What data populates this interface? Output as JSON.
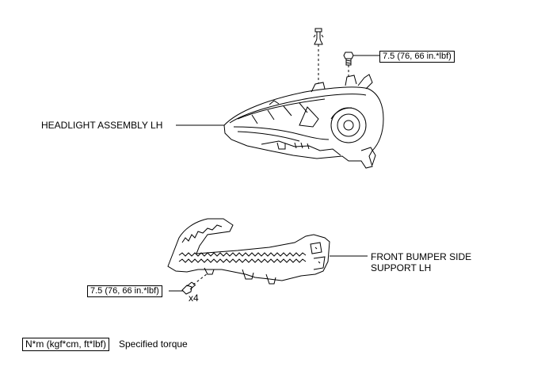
{
  "diagram": {
    "labels": {
      "headlight": "HEADLIGHT ASSEMBLY LH",
      "bumper_support_line1": "FRONT BUMPER SIDE",
      "bumper_support_line2": "SUPPORT LH",
      "quantity": "x4"
    },
    "torque_callouts": {
      "headlight_bolt": "7.5 (76, 66 in.*lbf)",
      "bumper_bolt": "7.5 (76, 66 in.*lbf)"
    },
    "legend": {
      "unit_box": "N*m (kgf*cm, ft*lbf)",
      "description": "Specified torque"
    }
  }
}
